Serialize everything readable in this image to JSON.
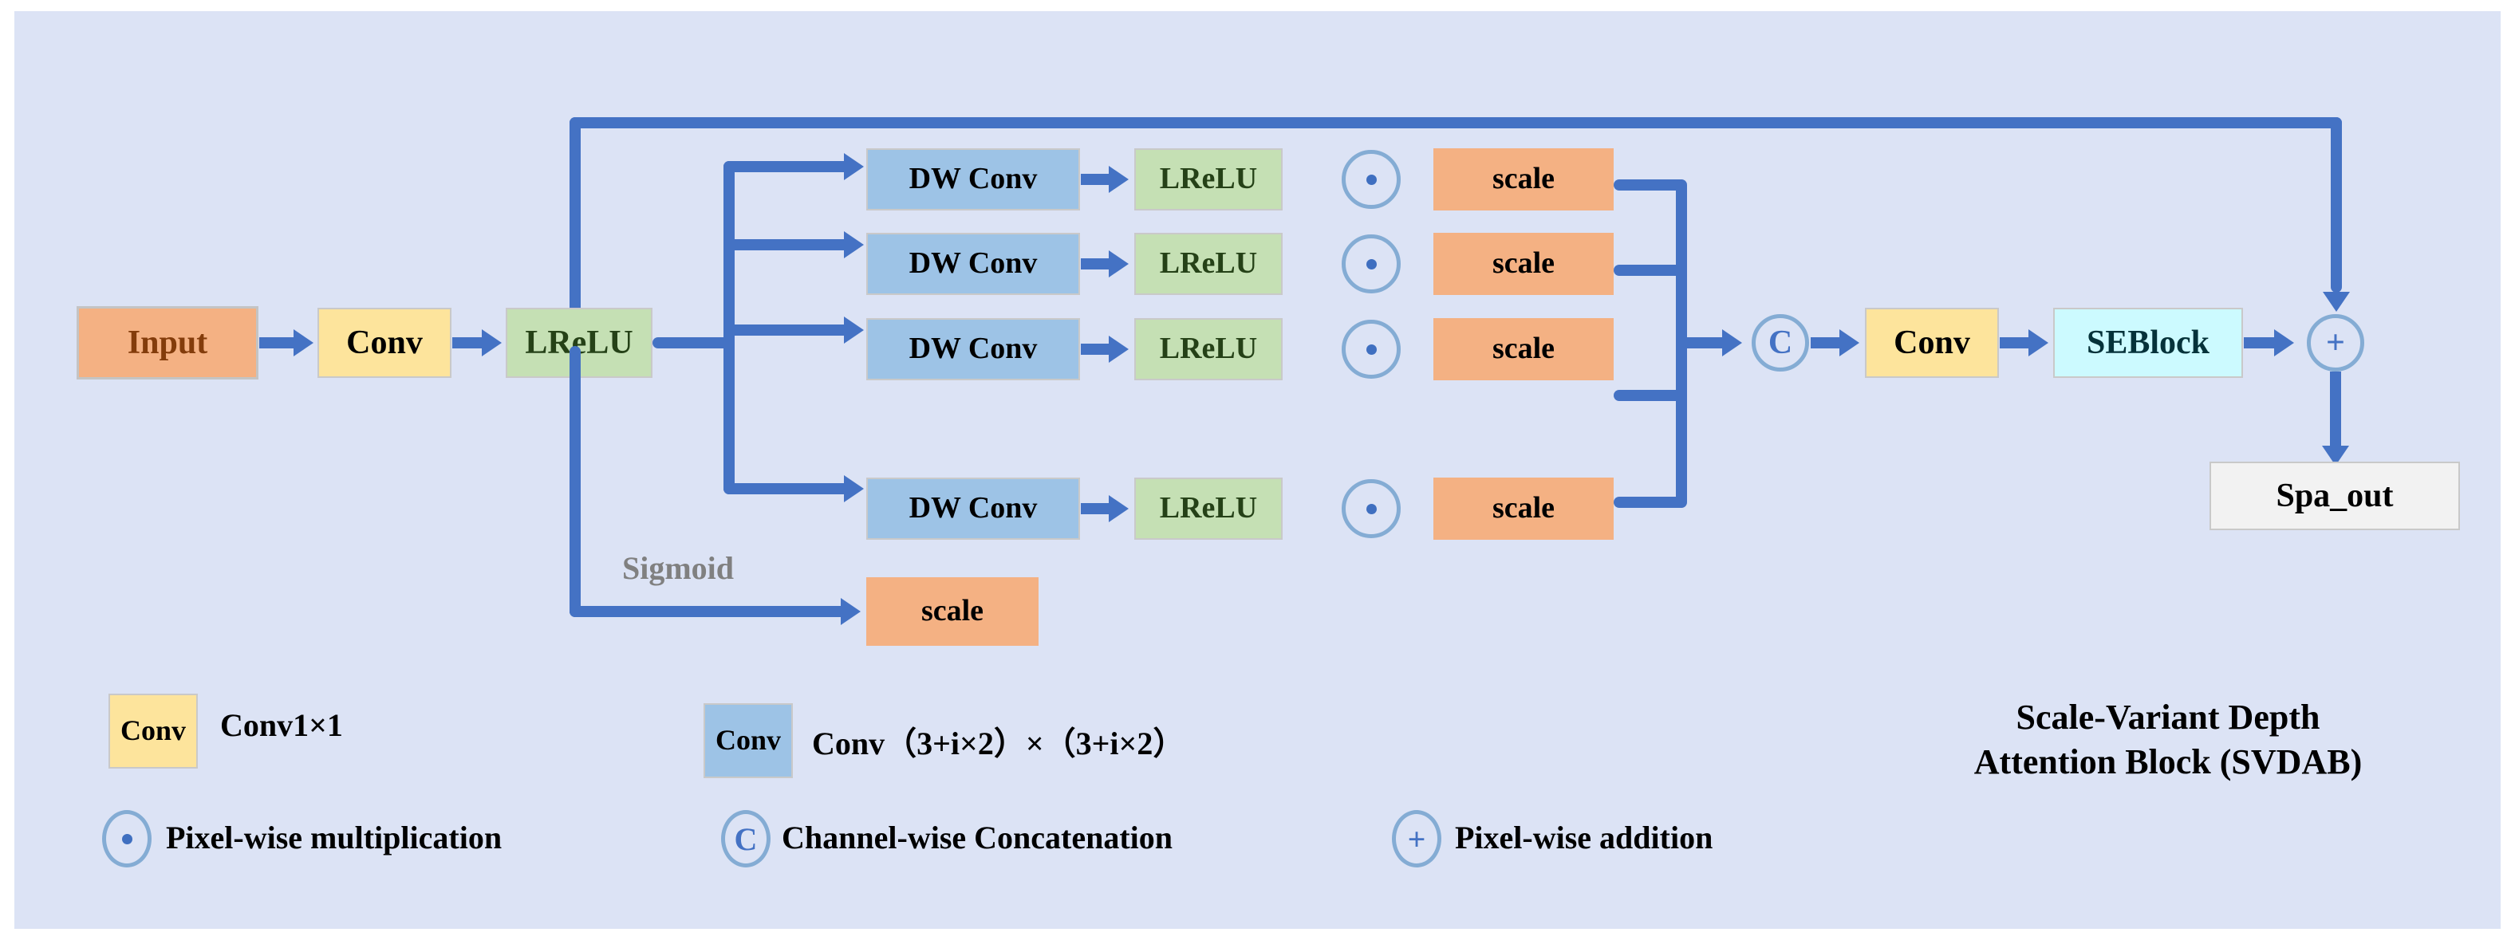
{
  "diagram": {
    "title_line1": "Scale-Variant Depth",
    "title_line2": "Attention Block (SVDAB)",
    "input_label": "Input",
    "conv_label": "Conv",
    "lrelu_label": "LReLU",
    "dwconv_label": "DW Conv",
    "scale_label": "scale",
    "seblock_label": "SEBlock",
    "output_label": "Spa_out",
    "sigmoid_label": "Sigmoid",
    "concat_symbol": "C",
    "add_symbol": "+",
    "branches": [
      {
        "dwconv": "DW Conv",
        "lrelu": "LReLU",
        "scale": "scale"
      },
      {
        "dwconv": "DW Conv",
        "lrelu": "LReLU",
        "scale": "scale"
      },
      {
        "dwconv": "DW Conv",
        "lrelu": "LReLU",
        "scale": "scale"
      },
      {
        "dwconv": "DW Conv",
        "lrelu": "LReLU",
        "scale": "scale"
      }
    ]
  },
  "legend": {
    "conv1x1": {
      "swatch_label": "Conv",
      "text": "Conv1×1"
    },
    "convk": {
      "swatch_label": "Conv",
      "text": "Conv（3+i×2）×（3+i×2）"
    },
    "mul": {
      "symbol": "·",
      "text": "Pixel-wise multiplication"
    },
    "concat": {
      "symbol": "C",
      "text": "Channel-wise Concatenation"
    },
    "add": {
      "symbol": "+",
      "text": "Pixel-wise addition"
    }
  },
  "colors": {
    "panel_bg": "#dce3f5",
    "connector": "#4472c4",
    "operator_ring": "#84acd4",
    "orange": "#f4b183",
    "yellow": "#fde49c",
    "green": "#c5e0b4",
    "blue": "#9dc3e6",
    "cyan": "#ccfaff",
    "grey": "#f2f2f2"
  }
}
